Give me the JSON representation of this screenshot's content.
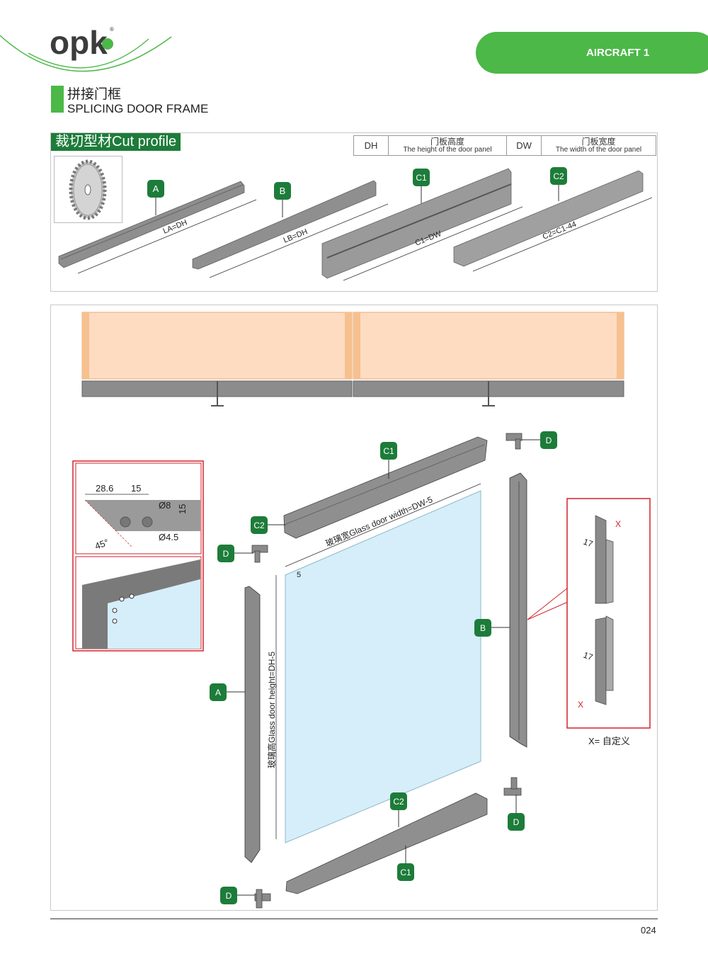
{
  "header": {
    "logo_text": "opk",
    "badge_label": "AIRCRAFT 1",
    "title_cn": "拼接门框",
    "title_en": "SPLICING DOOR FRAME"
  },
  "cut_profile": {
    "section_label": "裁切型材Cut profile",
    "dims_table": [
      {
        "code": "DH",
        "cn": "门板高度",
        "en": "The height of the door panel"
      },
      {
        "code": "DW",
        "cn": "门板宽度",
        "en": "The width of the door panel"
      }
    ],
    "profiles": [
      {
        "tag": "A",
        "length": "LA=DH"
      },
      {
        "tag": "B",
        "length": "LB=DH"
      },
      {
        "tag": "C1",
        "length": "C1=DW"
      },
      {
        "tag": "C2",
        "length": "C2=C1-44"
      }
    ]
  },
  "assembly": {
    "tags": {
      "a": "A",
      "b": "B",
      "c1": "C1",
      "c2": "C2",
      "d": "D"
    },
    "glass_width": "玻璃宽Glass door width=DW-5",
    "glass_height": "玻璃高Glass door height=DH-5",
    "gap": "5",
    "detail": {
      "d1": "28.6",
      "d2": "15",
      "hole_big": "Ø8",
      "height": "15",
      "hole_small": "Ø4.5",
      "angle": "45°"
    },
    "side_detail": {
      "offset1": "17",
      "offset2": "17",
      "x_mark": "X",
      "legend": "X= 自定义"
    }
  },
  "footer": {
    "page_number": "024"
  },
  "colors": {
    "brand_green": "#4cb848",
    "label_green": "#1d7c3a",
    "detail_red": "#d2232a",
    "glass": "#d5eefa",
    "panel": "#fddcc2"
  }
}
